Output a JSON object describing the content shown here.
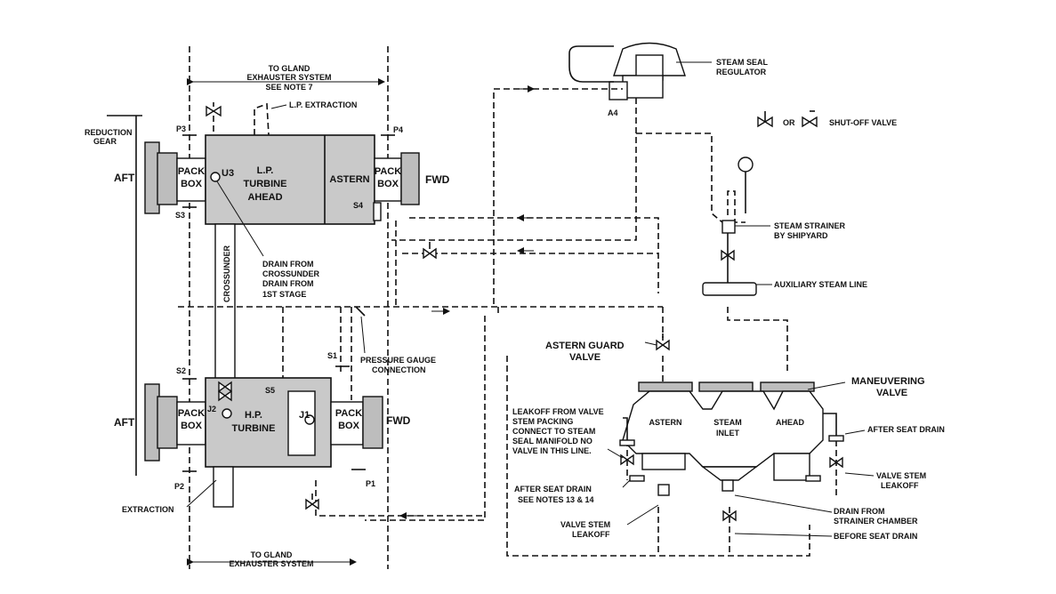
{
  "labels": {
    "to_gland_top": [
      "TO GLAND",
      "EXHAUSTER SYSTEM",
      "SEE NOTE 7"
    ],
    "lp_extraction": "L.P. EXTRACTION",
    "reduction_gear": [
      "REDUCTION",
      "GEAR"
    ],
    "aft_top": "AFT",
    "aft_bottom": "AFT",
    "p3": "P3",
    "p4": "P4",
    "s3": "S3",
    "s4": "S4",
    "u3": "U3",
    "pack_box_lp_aft": [
      "PACK",
      "BOX"
    ],
    "pack_box_lp_fwd": [
      "PACK",
      "BOX"
    ],
    "lp_turbine": [
      "L.P.",
      "TURBINE",
      "AHEAD"
    ],
    "astern": "ASTERN",
    "fwd_top": "FWD",
    "crossunder": "CROSSUNDER",
    "drain_crossunder": [
      "DRAIN FROM",
      "CROSSUNDER",
      "DRAIN FROM",
      "1ST STAGE"
    ],
    "steam_seal_regulator": [
      "STEAM SEAL",
      "REGULATOR"
    ],
    "a4": "A4",
    "or": "OR",
    "shutoff_valve": "SHUT-OFF VALVE",
    "steam_strainer": [
      "STEAM STRAINER",
      "BY SHIPYARD"
    ],
    "auxiliary_steam_line": "AUXILIARY STEAM LINE",
    "astern_guard_valve": [
      "ASTERN GUARD",
      "VALVE"
    ],
    "pressure_gauge": [
      "PRESSURE GAUGE",
      "CONNECTION"
    ],
    "s1": "S1",
    "s2": "S2",
    "s5": "S5",
    "j1": "J1",
    "j2": "J2",
    "p1": "P1",
    "p2": "P2",
    "pack_box_hp_aft": [
      "PACK",
      "BOX"
    ],
    "pack_box_hp_fwd": [
      "PACK",
      "BOX"
    ],
    "hp_turbine": [
      "H.P.",
      "TURBINE"
    ],
    "fwd_bottom": "FWD",
    "maneuvering_valve": [
      "MANEUVERING",
      "VALVE"
    ],
    "mv_astern": "ASTERN",
    "mv_steam_inlet": [
      "STEAM",
      "INLET"
    ],
    "mv_ahead": "AHEAD",
    "leakoff_note": [
      "LEAKOFF FROM VALVE",
      "STEM PACKING",
      "CONNECT TO STEAM",
      "SEAL MANIFOLD NO",
      "VALVE IN THIS LINE."
    ],
    "after_seat_drain_right": "AFTER SEAT DRAIN",
    "valve_stem_leakoff_right": [
      "VALVE STEM",
      "LEAKOFF"
    ],
    "after_seat_drain_notes": [
      "AFTER SEAT DRAIN",
      "SEE NOTES 13 & 14"
    ],
    "drain_strainer_chamber": [
      "DRAIN FROM",
      "STRAINER CHAMBER"
    ],
    "valve_stem_leakoff_left": [
      "VALVE STEM",
      "LEAKOFF"
    ],
    "before_seat_drain": "BEFORE SEAT DRAIN",
    "extraction": "EXTRACTION",
    "to_gland_bottom": [
      "TO GLAND",
      "EXHAUSTER SYSTEM"
    ]
  }
}
